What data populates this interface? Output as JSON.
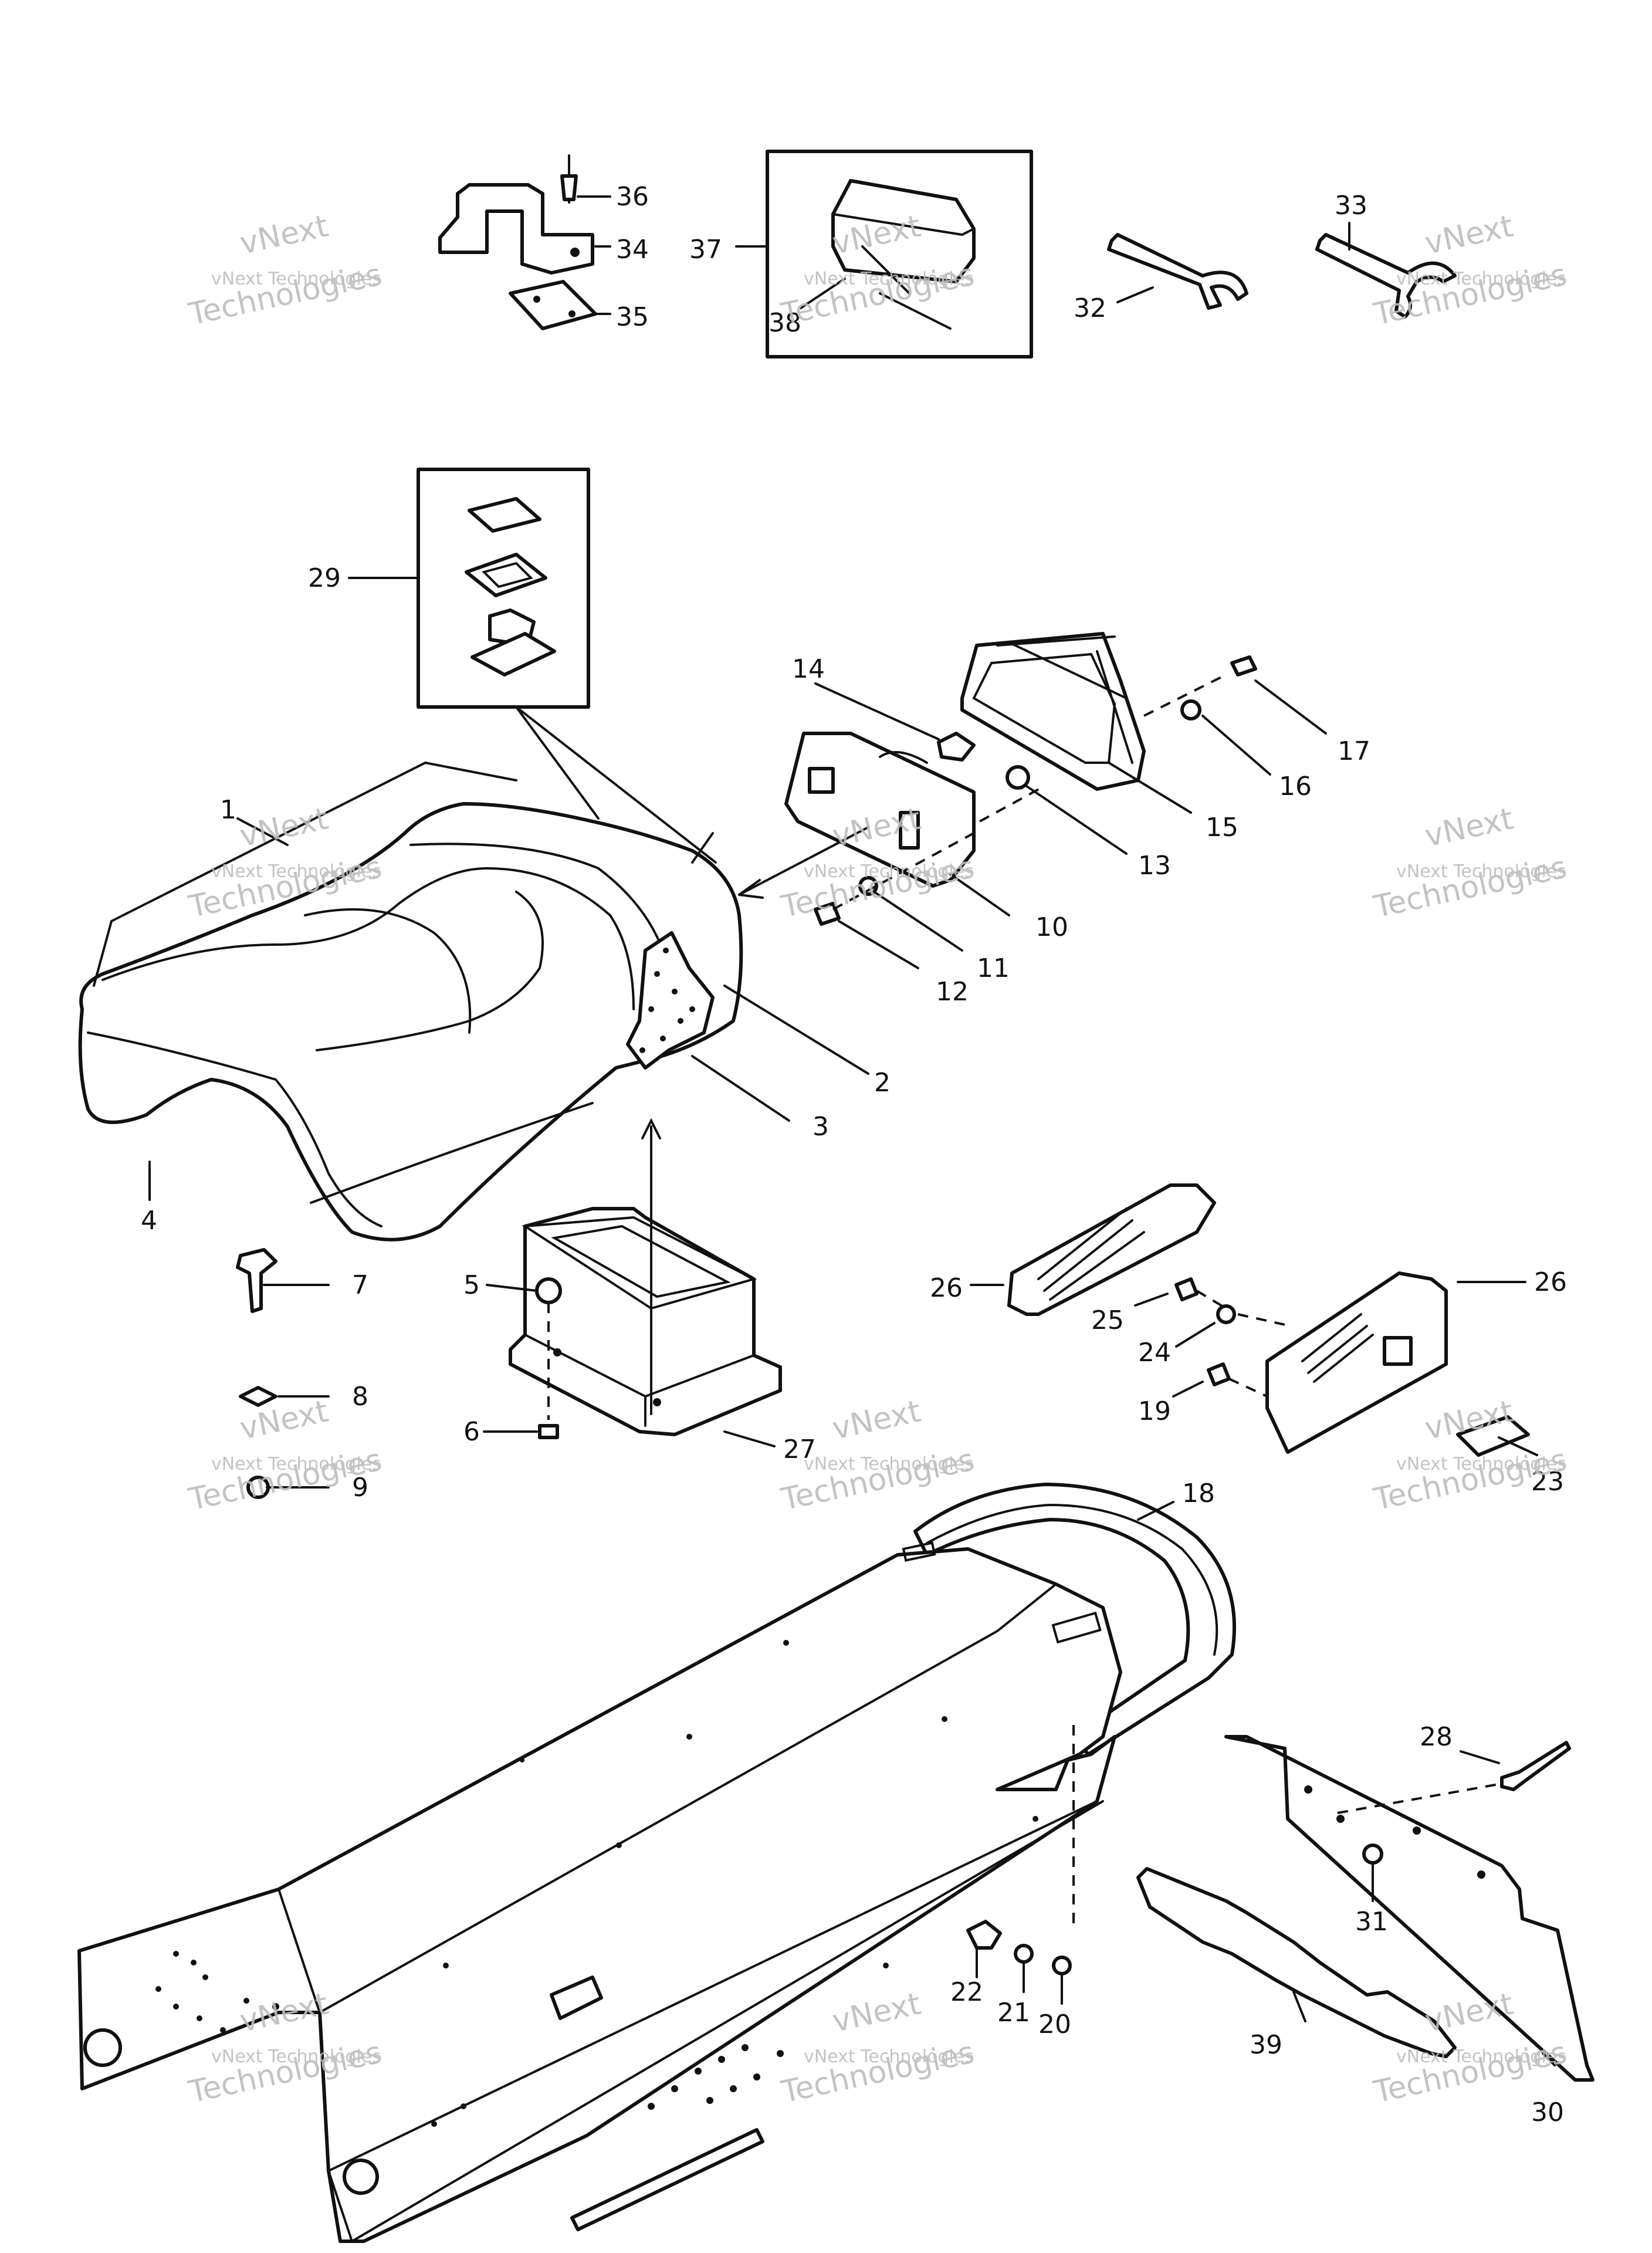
{
  "callouts": [
    "1",
    "2",
    "3",
    "4",
    "5",
    "6",
    "7",
    "8",
    "9",
    "10",
    "11",
    "12",
    "13",
    "14",
    "15",
    "16",
    "17",
    "18",
    "19",
    "20",
    "21",
    "22",
    "23",
    "24",
    "25",
    "26",
    "26",
    "27",
    "28",
    "29",
    "30",
    "31",
    "32",
    "33",
    "34",
    "35",
    "36",
    "37",
    "38",
    "39"
  ],
  "watermark": {
    "line1": "vNext",
    "line2": "vNext Technologies",
    "line3": "Technologies"
  }
}
